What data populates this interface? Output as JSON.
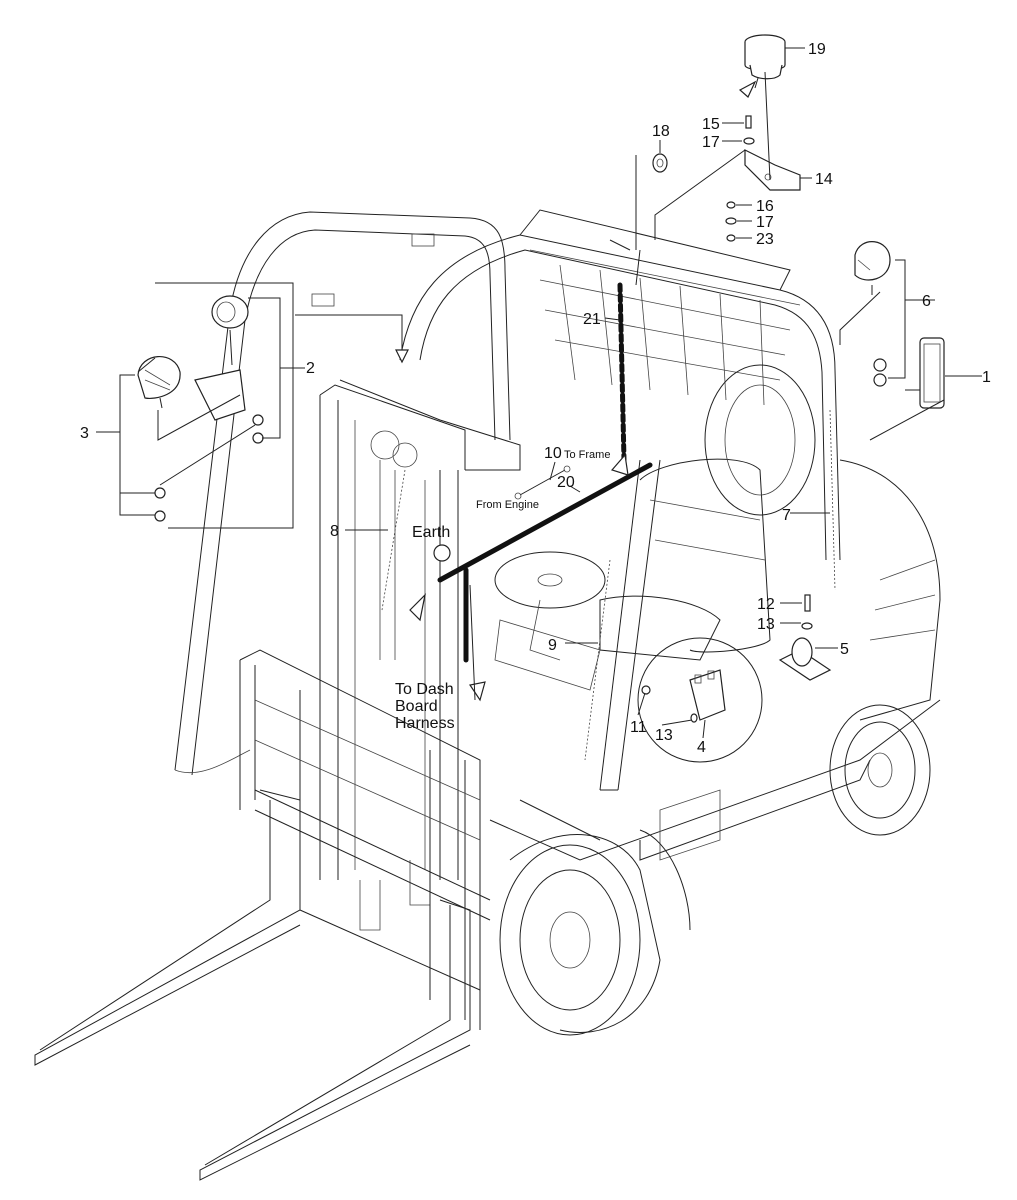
{
  "callouts": [
    "1",
    "2",
    "3",
    "4",
    "5",
    "6",
    "7",
    "8",
    "9",
    "10",
    "11",
    "12",
    "13",
    "13",
    "14",
    "15",
    "16",
    "17",
    "17",
    "18",
    "19",
    "20",
    "21",
    "23"
  ],
  "notes": {
    "to_frame": "To Frame",
    "from_engine": "From Engine",
    "earth": "Earth",
    "to_dash_1": "To Dash",
    "to_dash_2": "Board",
    "to_dash_3": "Harness"
  }
}
